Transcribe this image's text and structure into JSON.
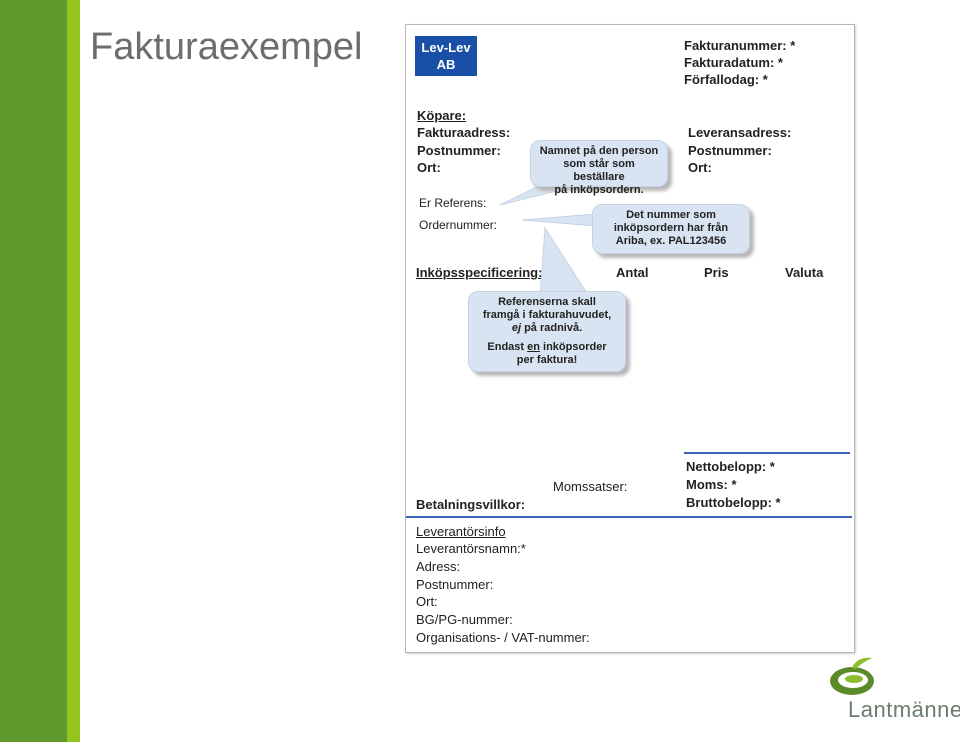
{
  "slide": {
    "title": "Fakturaexempel"
  },
  "logo_box": {
    "line1": "Lev-Lev",
    "line2": "AB"
  },
  "header_right": {
    "fakturanummer": "Fakturanummer: *",
    "fakturadatum": "Fakturadatum: *",
    "forfallodag": "Förfallodag: *"
  },
  "buyer": {
    "kopare": "Köpare:",
    "fakturaadress": "Fakturaadress:",
    "postnummer": "Postnummer:",
    "ort": "Ort:"
  },
  "references": {
    "er_referens": "Er Referens:",
    "ordernummer": "Ordernummer:"
  },
  "delivery": {
    "leveransadress": "Leveransadress:",
    "postnummer": "Postnummer:",
    "ort": "Ort:"
  },
  "spec_header": {
    "inkopsspecificering": "Inköpsspecificering:",
    "antal": "Antal",
    "pris": "Pris",
    "valuta": "Valuta"
  },
  "callouts": {
    "person": {
      "line1": "Namnet på den person",
      "line2": "som står som beställare",
      "line3": "på inköpsordern."
    },
    "number": {
      "line1": "Det nummer som",
      "line2": "inköpsordern har från",
      "line3": "Ariba, ex. PAL123456"
    },
    "references": {
      "line1": "Referenserna skall",
      "line2": "framgå i fakturahuvudet,",
      "line3_em": "ej",
      "line3_rest": " på radnivå.",
      "line4_pre": "Endast ",
      "line4_u": "en",
      "line4_post": " inköpsorder",
      "line5": "per faktura!"
    }
  },
  "totals": {
    "nettobelopp": "Nettobelopp: *",
    "moms": "Moms: *",
    "bruttobelopp": "Bruttobelopp: *",
    "momssatser": "Momssatser:",
    "betalningsvillkor": "Betalningsvillkor:"
  },
  "supplier": {
    "heading": "Leverantörsinfo",
    "namn": "Leverantörsnamn:*",
    "adress": "Adress:",
    "postnummer": "Postnummer:",
    "ort": "Ort:",
    "bgpg": "BG/PG-nummer:",
    "orgnr": "Organisations- / VAT-nummer:"
  },
  "company_logo": {
    "name": "Lantmännen"
  },
  "colors": {
    "stripe_dark": "#5e9a2d",
    "stripe_light": "#95c41f",
    "invoice_blue": "#1a4fa8",
    "callout_fill": "#d9e4f2"
  }
}
